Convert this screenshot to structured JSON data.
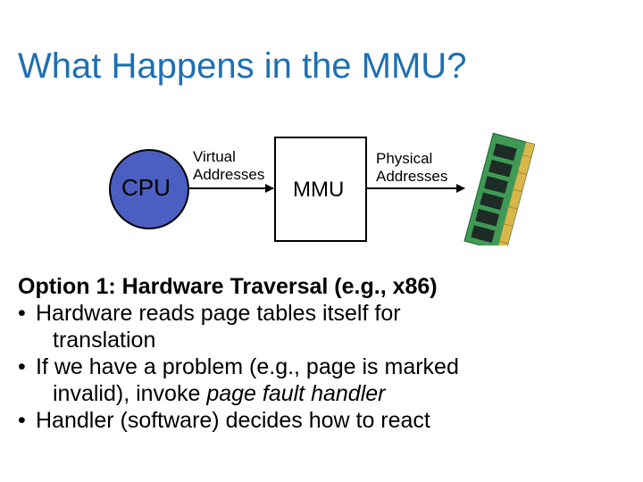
{
  "slide": {
    "title": "What Happens in the MMU?"
  },
  "diagram": {
    "cpu_label": "CPU",
    "virtual_label_line1": "Virtual",
    "virtual_label_line2": "Addresses",
    "mmu_label": "MMU",
    "physical_label_line1": "Physical",
    "physical_label_line2": "Addresses",
    "colors": {
      "cpu_fill": "#4a5fc1",
      "title": "#1f6fb2",
      "ram_board": "#3f9a55",
      "ram_chip": "#1e2b26"
    }
  },
  "body": {
    "heading": "Option 1: Hardware Traversal (e.g., x86)",
    "bullet_symbol": "•",
    "bullets": [
      {
        "line1": "Hardware reads page tables itself for",
        "line2": "translation"
      },
      {
        "line1": "If we have a problem (e.g., page is marked",
        "line2_prefix": "invalid), invoke ",
        "line2_emph": "page fault handler"
      },
      {
        "line1": "Handler (software) decides how to react"
      }
    ]
  }
}
